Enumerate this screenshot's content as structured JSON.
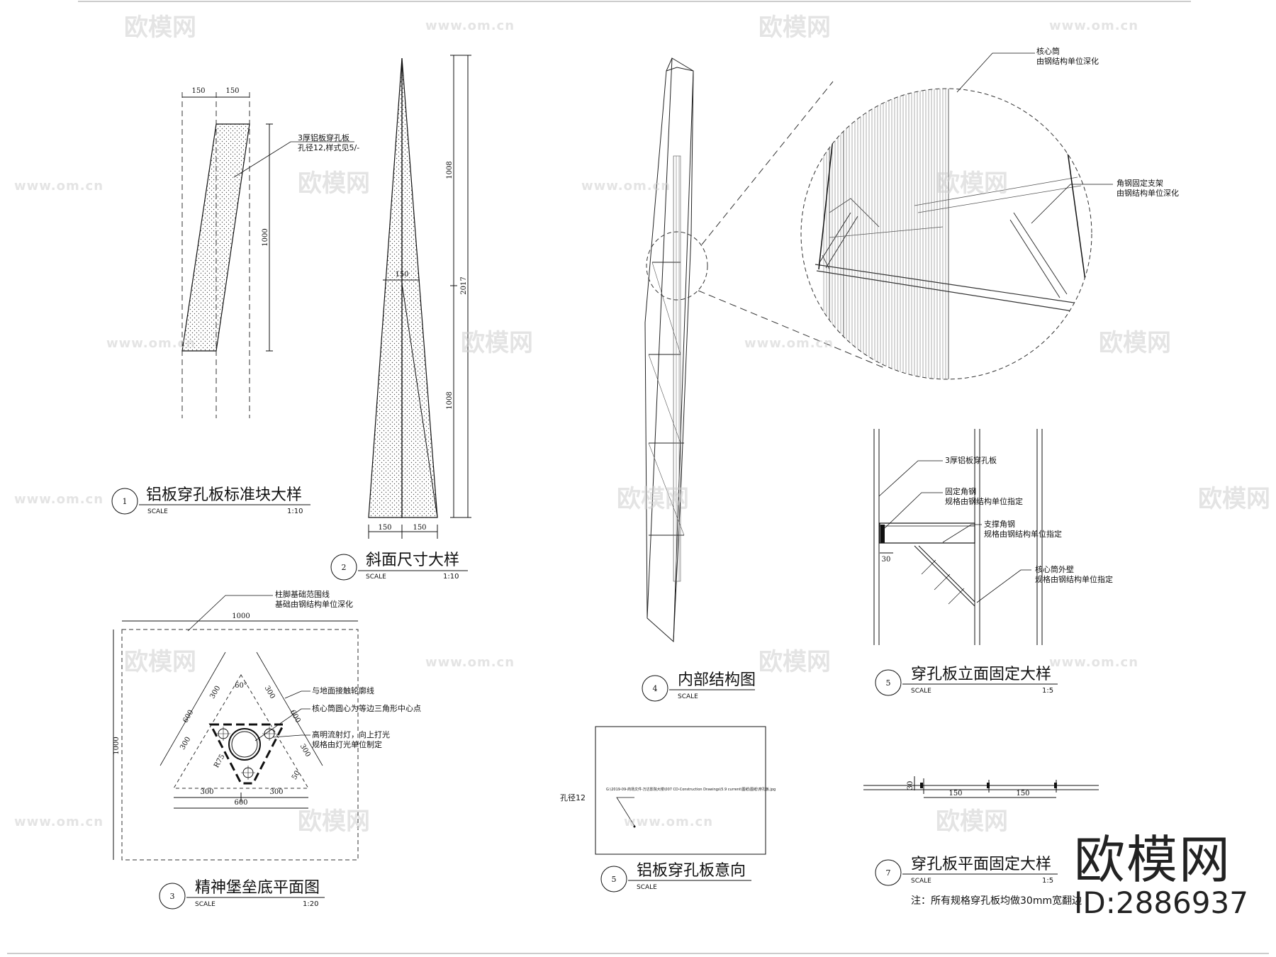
{
  "details": [
    {
      "num": "1",
      "title": "铝板穿孔板标准块大样",
      "scale_label": "SCALE",
      "ratio": "1:10"
    },
    {
      "num": "2",
      "title": "斜面尺寸大样",
      "scale_label": "SCALE",
      "ratio": "1:10"
    },
    {
      "num": "3",
      "title": "精神堡垒底平面图",
      "scale_label": "SCALE",
      "ratio": "1:20"
    },
    {
      "num": "4",
      "title": "内部结构图",
      "scale_label": "SCALE",
      "ratio": ""
    },
    {
      "num": "5",
      "title": "穿孔板立面固定大样",
      "scale_label": "SCALE",
      "ratio": "1:5"
    },
    {
      "num": "5",
      "title": "铝板穿孔板意向",
      "scale_label": "SCALE",
      "ratio": ""
    },
    {
      "num": "7",
      "title": "穿孔板平面固定大样",
      "scale_label": "SCALE",
      "ratio": "1:5"
    }
  ],
  "detail1": {
    "dims": {
      "top_a": "150",
      "top_b": "150",
      "height": "1000"
    },
    "note_line1": "3厚铝板穿孔板",
    "note_line2": "孔径12,样式见5/-"
  },
  "detail2": {
    "dims": {
      "mid": "150",
      "upper": "1008",
      "lower": "1008",
      "total": "2017",
      "base_a": "150",
      "base_b": "150"
    }
  },
  "detail3": {
    "note_top_line1": "柱脚基础范围线",
    "note_top_line2": "基础由钢结构单位深化",
    "note_a": "与地面接触轮廓线",
    "note_b": "核心筒圆心为等边三角形中心点",
    "note_c_line1": "高明流射灯，向上打光",
    "note_c_line2": "规格由灯光单位制定",
    "dims": {
      "top": "1000",
      "left": "1000",
      "angle": "60°",
      "e1": "300",
      "e2": "300",
      "e3": "600",
      "e4": "600",
      "e5": "300",
      "e6": "300",
      "b1": "300",
      "b2": "300",
      "b3": "600",
      "radius": "R75",
      "small": "50"
    }
  },
  "detail4": {
    "note_core_line1": "核心筒",
    "note_core_line2": "由钢结构单位深化",
    "note_angle_line1": "角钢固定支架",
    "note_angle_line2": "由钢结构单位深化"
  },
  "detail5": {
    "note_panel": "3厚铝板穿孔板",
    "note_fix_line1": "固定角钢",
    "note_fix_line2": "规格由钢结构单位指定",
    "note_sup_line1": "支撑角钢",
    "note_sup_line2": "规格由钢结构单位指定",
    "note_wall_line1": "核心筒外壁",
    "note_wall_line2": "规格由钢结构单位指定",
    "dim": "30"
  },
  "detail6": {
    "hole_label": "孔径12",
    "file_path": "G:\\2019-09-商场文件-万达影院大楼\\007 CD-Construction Drawings\\5.9 current\\图纸\\图纸\\穿孔板.jpg"
  },
  "detail7": {
    "dims": {
      "d30": "30",
      "d150a": "150",
      "d150b": "150"
    },
    "footnote": "注：所有规格穿孔板均做30mm宽翻边"
  },
  "watermark": {
    "text": "欧模网",
    "url": "www.om.cn"
  },
  "brand": {
    "name": "欧模网",
    "id": "ID:2886937"
  }
}
